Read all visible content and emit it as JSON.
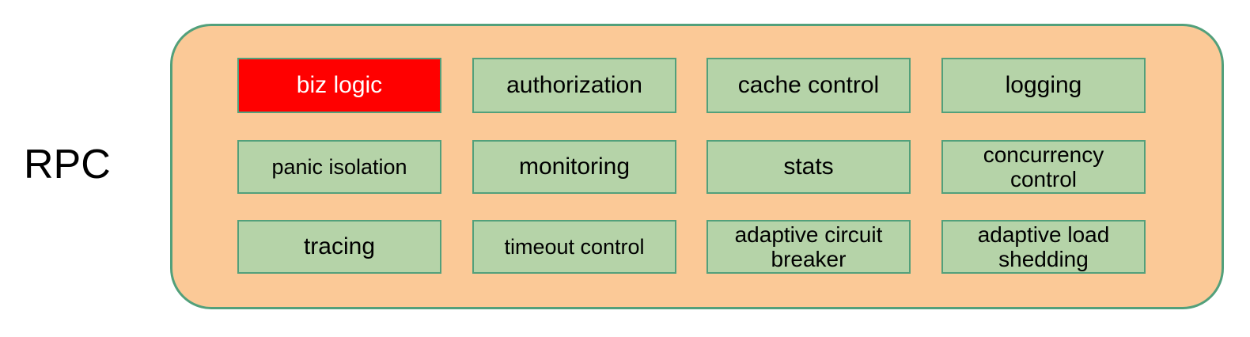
{
  "diagram": {
    "side_label": "RPC",
    "container_name": "rpc-framework-container",
    "colors": {
      "container_fill": "#FBC997",
      "container_border": "#52A07B",
      "box_fill": "#B5D3A8",
      "box_border": "#52A07B",
      "highlight_fill": "#FF0000",
      "highlight_text": "#FFFFFF",
      "text": "#000000",
      "background": "#FFFFFF"
    },
    "rows": [
      {
        "cells": [
          {
            "label": "biz logic",
            "highlighted": true
          },
          {
            "label": "authorization",
            "highlighted": false
          },
          {
            "label": "cache control",
            "highlighted": false
          },
          {
            "label": "logging",
            "highlighted": false
          }
        ]
      },
      {
        "cells": [
          {
            "label": "panic isolation",
            "highlighted": false
          },
          {
            "label": "monitoring",
            "highlighted": false
          },
          {
            "label": "stats",
            "highlighted": false
          },
          {
            "label": "concurrency\ncontrol",
            "highlighted": false
          }
        ]
      },
      {
        "cells": [
          {
            "label": "tracing",
            "highlighted": false
          },
          {
            "label": "timeout control",
            "highlighted": false
          },
          {
            "label": "adaptive circuit\nbreaker",
            "highlighted": false
          },
          {
            "label": "adaptive load\nshedding",
            "highlighted": false
          }
        ]
      }
    ]
  }
}
